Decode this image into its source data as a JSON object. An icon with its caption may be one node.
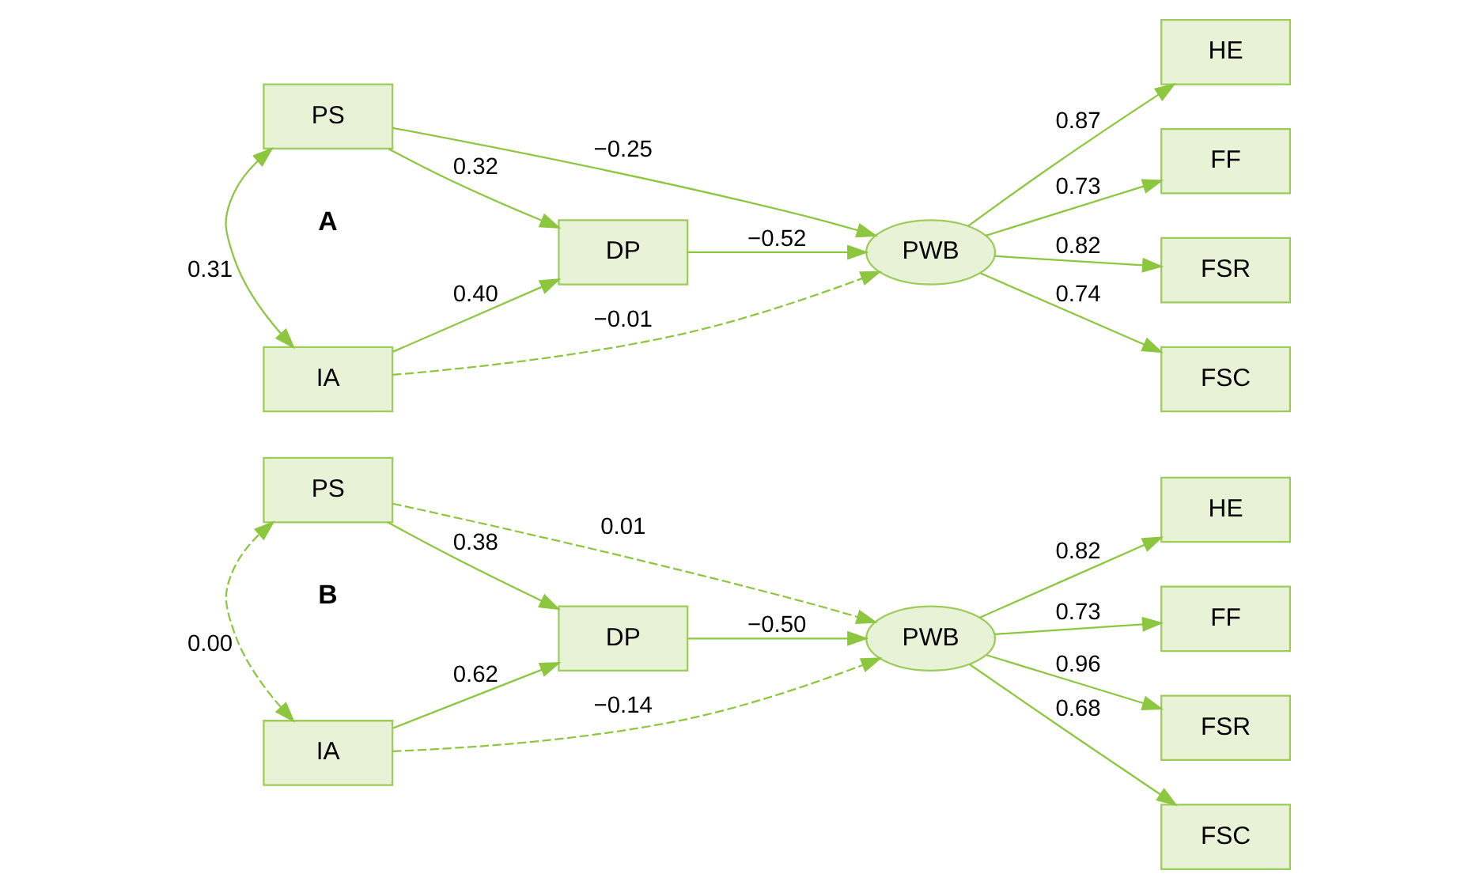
{
  "diagram": {
    "nodes": [
      {
        "text": [
          "IA"
        ]
      },
      {
        "text": [
          "PS"
        ]
      },
      {
        "text": [
          "DP"
        ]
      },
      {
        "text": [
          "PWB"
        ]
      },
      {
        "text": [
          "HE"
        ]
      },
      {
        "text": [
          "FF"
        ]
      },
      {
        "text": [
          "FSR"
        ]
      },
      {
        "text": [
          "FSC"
        ]
      },
      {
        "text": [
          "IA"
        ]
      },
      {
        "text": [
          "PS"
        ]
      },
      {
        "text": [
          "DP"
        ]
      },
      {
        "text": [
          "PWB"
        ]
      },
      {
        "text": [
          "HE"
        ]
      },
      {
        "text": [
          "FF"
        ]
      },
      {
        "text": [
          "FSR"
        ]
      },
      {
        "text": [
          "FSC"
        ]
      }
    ],
    "edges": [
      {
        "from": 0,
        "to": 1,
        "arrow": "both",
        "label": "0.31"
      },
      {
        "from": 0,
        "to": 2,
        "arrow": "to",
        "label": "0.40"
      },
      {
        "from": 1,
        "to": 2,
        "arrow": "to",
        "label": "0.32"
      },
      {
        "from": 2,
        "to": 3,
        "arrow": "to",
        "label": "−0.52"
      },
      {
        "from": 0,
        "to": 3,
        "arrow": "to",
        "label": "−0.01",
        "style": "dashed"
      },
      {
        "from": 1,
        "to": 3,
        "arrow": "to",
        "label": "−0.25"
      },
      {
        "from": 3,
        "to": 4,
        "arrow": "to",
        "label": "0.87"
      },
      {
        "from": 3,
        "to": 5,
        "arrow": "to",
        "label": "0.73"
      },
      {
        "from": 3,
        "to": 6,
        "arrow": "to",
        "label": "0.82"
      },
      {
        "from": 3,
        "to": 7,
        "arrow": "to",
        "label": "0.74"
      },
      {
        "from": 8,
        "to": 9,
        "arrow": "both",
        "label": "0.00",
        "style": "dashed"
      },
      {
        "from": 8,
        "to": 10,
        "arrow": "to",
        "label": "0.62"
      },
      {
        "from": 9,
        "to": 10,
        "arrow": "to",
        "label": "0.38"
      },
      {
        "from": 10,
        "to": 11,
        "arrow": "to",
        "label": "−0.50"
      },
      {
        "from": 8,
        "to": 11,
        "arrow": "to",
        "label": "−0.14",
        "style": "dashed"
      },
      {
        "from": 9,
        "to": 11,
        "arrow": "to",
        "label": "0.01",
        "style": "dashed"
      },
      {
        "from": 11,
        "to": 12,
        "arrow": "to",
        "label": "0.82"
      },
      {
        "from": 11,
        "to": 13,
        "arrow": "to",
        "label": "0.73"
      },
      {
        "from": 11,
        "to": 14,
        "arrow": "to",
        "label": "0.96"
      },
      {
        "from": 11,
        "to": 15,
        "arrow": "to",
        "label": "0.68"
      }
    ],
    "labels": [
      "A",
      "B"
    ]
  }
}
